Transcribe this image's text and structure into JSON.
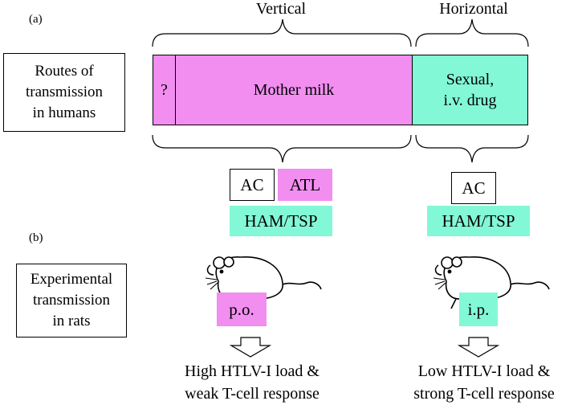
{
  "panel_a": "(a)",
  "panel_b": "(b)",
  "routes_box": [
    "Routes of",
    "transmission",
    "in humans"
  ],
  "vertical_heading": "Vertical",
  "horizontal_heading": "Horizontal",
  "bar": {
    "unknown": "?",
    "mother_milk": "Mother milk",
    "horizontal": [
      "Sexual,",
      "i.v. drug"
    ]
  },
  "vertical_outcomes": {
    "ac": "AC",
    "atl": "ATL",
    "ham": "HAM/TSP"
  },
  "horizontal_outcomes": {
    "ac": "AC",
    "ham": "HAM/TSP"
  },
  "rats_box": [
    "Experimental",
    "transmission",
    "in rats"
  ],
  "routes_rats": {
    "oral": "p.o.",
    "ip": "i.p."
  },
  "result_left": [
    "High HTLV-I load &",
    "weak T-cell response"
  ],
  "result_right": [
    "Low HTLV-I load &",
    "strong T-cell response"
  ],
  "colors": {
    "pink": "#f18ef0",
    "aqua": "#83f8d6"
  }
}
